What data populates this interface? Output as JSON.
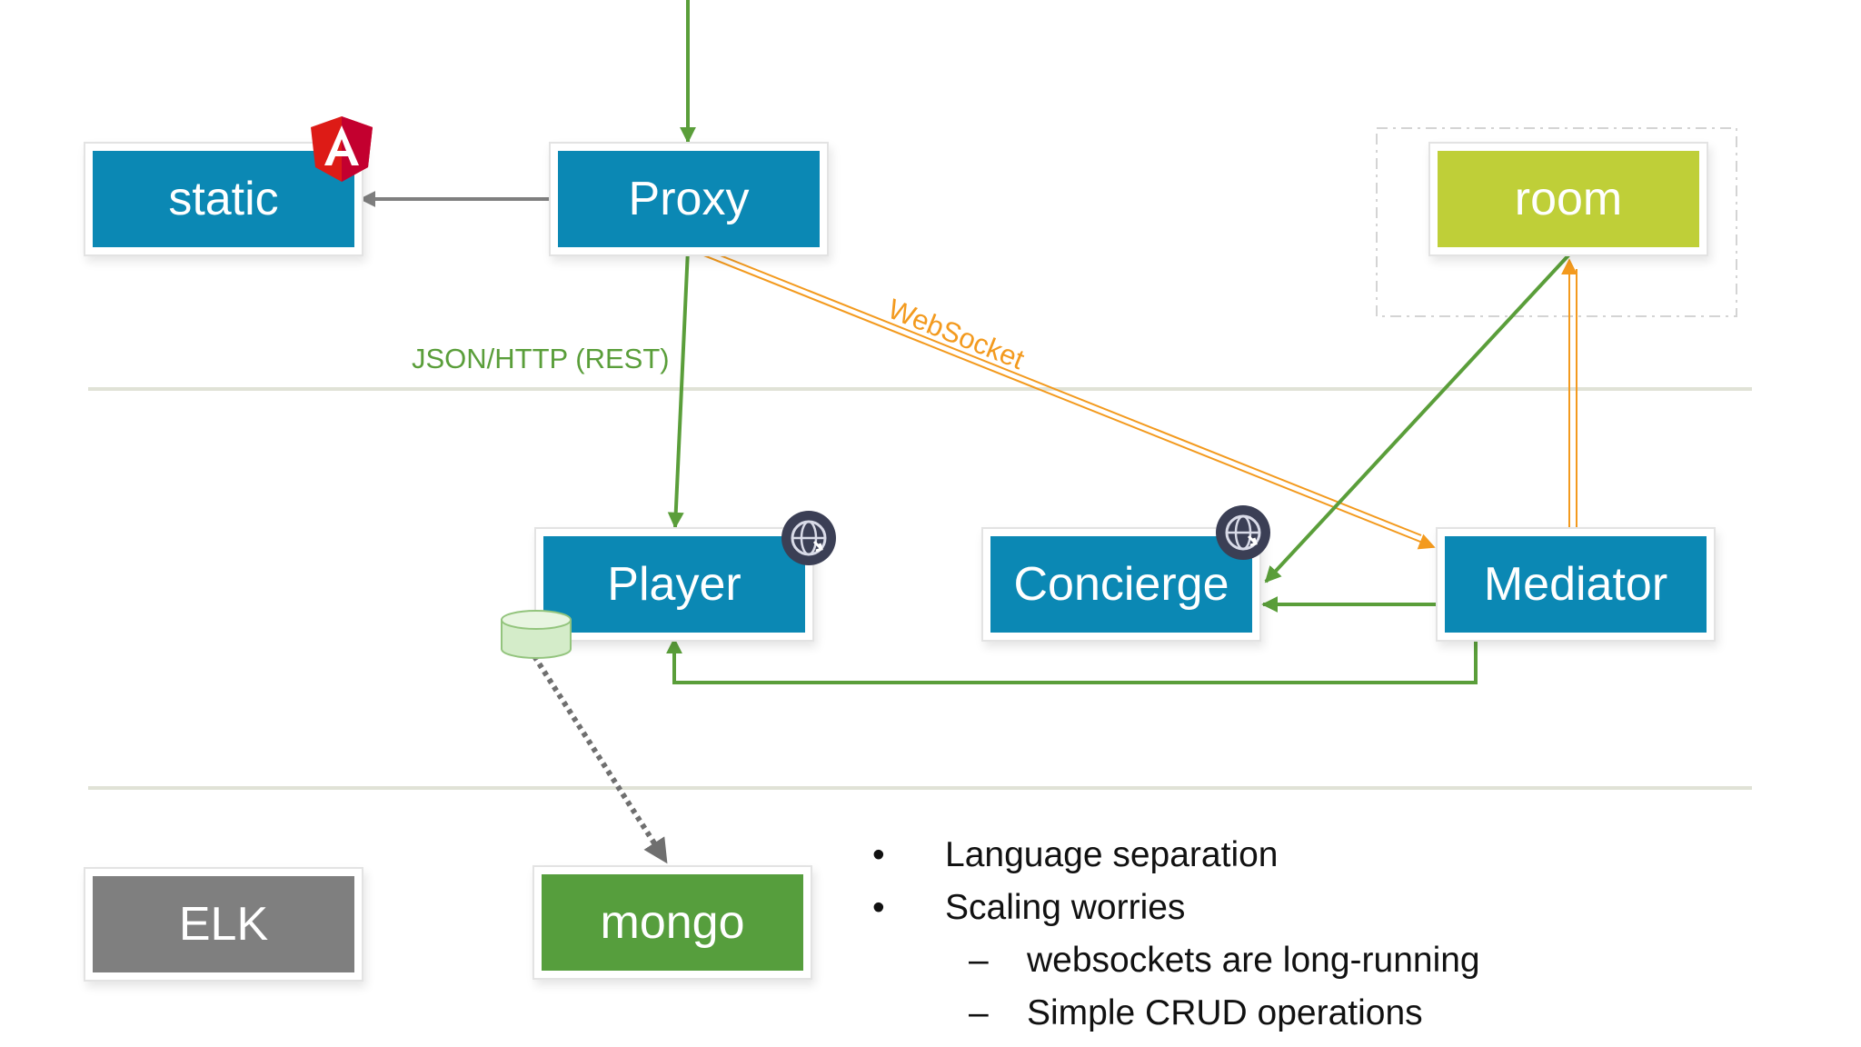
{
  "nodes": {
    "static": "static",
    "proxy": "Proxy",
    "room": "room",
    "player": "Player",
    "concierge": "Concierge",
    "mediator": "Mediator",
    "elk": "ELK",
    "mongo": "mongo"
  },
  "edge_labels": {
    "rest": "JSON/HTTP (REST)",
    "websocket": "WebSocket"
  },
  "icons": {
    "framework_badge": "angular-icon",
    "websphere_badges": "websphere-icon",
    "database": "database-cylinder-icon"
  },
  "bullets": {
    "items": [
      {
        "text": "Language separation"
      },
      {
        "text": "Scaling worries",
        "children": [
          {
            "text": "websockets are long-running"
          },
          {
            "text": "Simple CRUD operations"
          }
        ]
      }
    ]
  },
  "colors": {
    "node_blue": "#0b88b4",
    "room_lime": "#bfcf38",
    "elk_gray": "#7f7f7f",
    "mongo_green": "#569e3d",
    "rest_green": "#5a9e3a",
    "websocket_orange": "#f39a1e",
    "static_arrow_gray": "#7f7f7f",
    "tier_divider": "#e0e2d6"
  }
}
